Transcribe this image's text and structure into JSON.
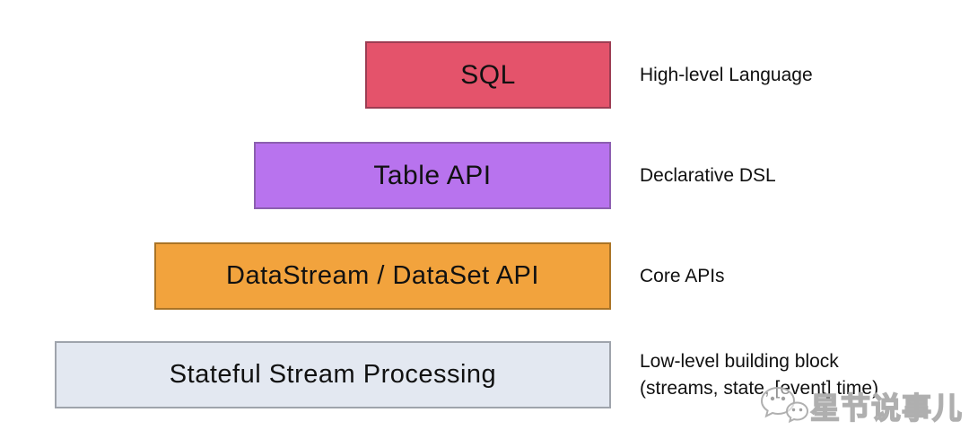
{
  "layers": [
    {
      "title": "SQL",
      "description": "High-level Language",
      "fill": "#E4536B",
      "border": "#9C3D53"
    },
    {
      "title": "Table API",
      "description": "Declarative DSL",
      "fill": "#B873EE",
      "border": "#8C5FB0"
    },
    {
      "title": "DataStream / DataSet API",
      "description": "Core APIs",
      "fill": "#F2A33D",
      "border": "#AA7426"
    },
    {
      "title": "Stateful Stream Processing",
      "description": "Low-level building block\n(streams, state, [event] time)",
      "fill": "#E3E8F1",
      "border": "#9FA4AC"
    }
  ],
  "watermark": {
    "icon": "wechat-speech-bubbles-icon",
    "text": "星节说事儿",
    "color": "#b5b5b5"
  }
}
